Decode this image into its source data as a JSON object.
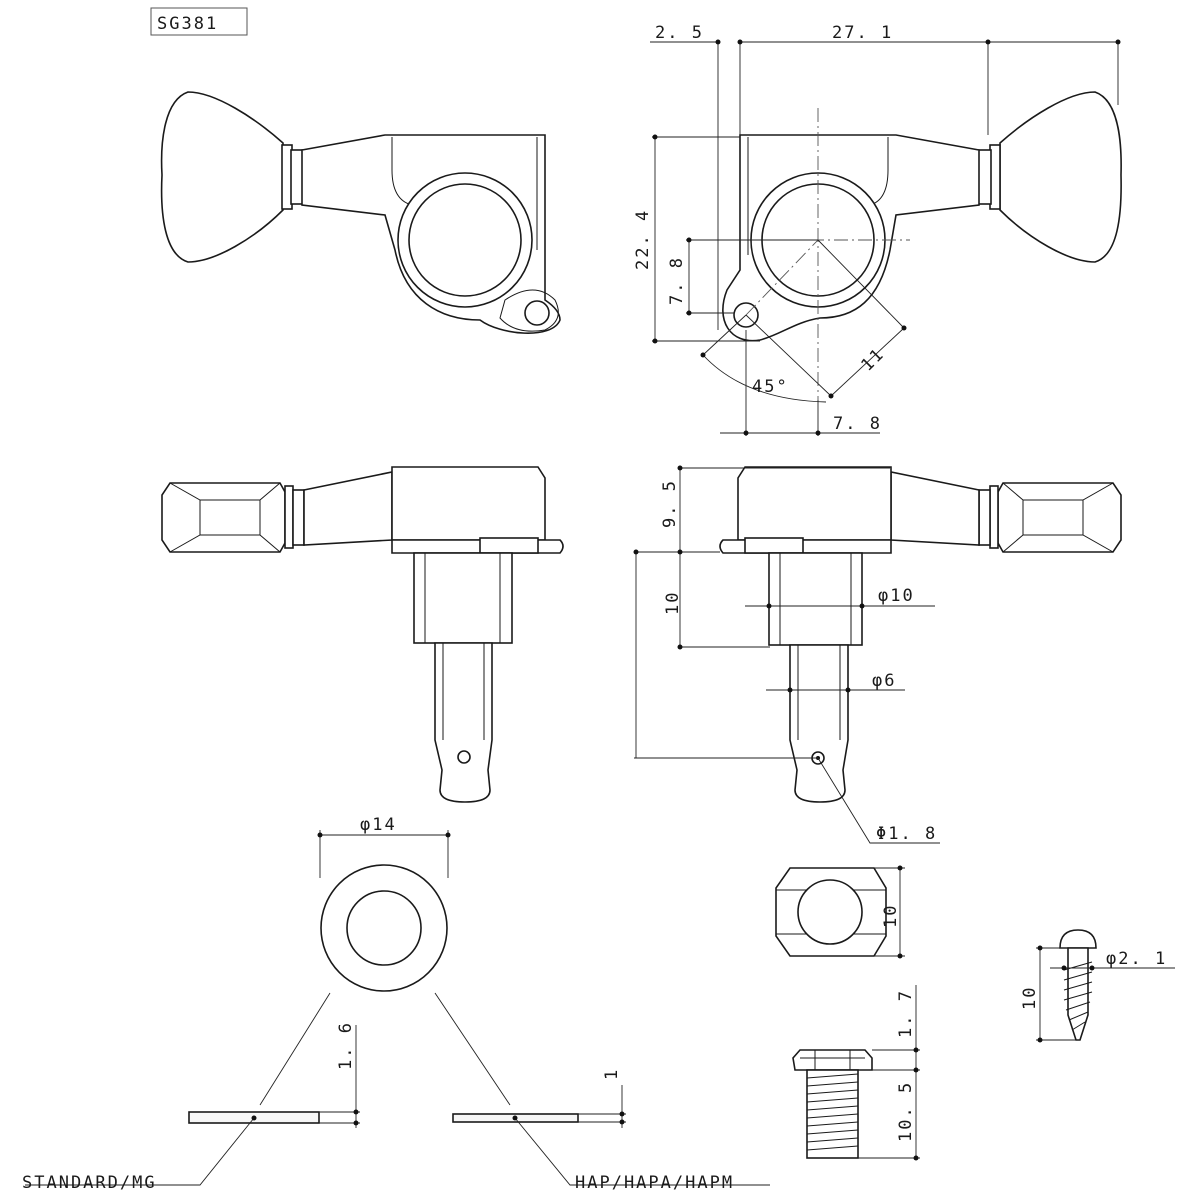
{
  "model": "SG381",
  "dimensions": {
    "offset_top": "2. 5",
    "width_top": "27. 1",
    "height_body": "22. 4",
    "post_height": "7. 8",
    "hole_distance": "11",
    "angle": "45°",
    "post_offset": "7. 8",
    "bushing_height": "9. 5",
    "shaft_length": "10",
    "shaft_diameter": "φ10",
    "post_diameter": "φ6",
    "hole_diameter": "Φ1. 8",
    "washer_diameter": "φ14",
    "nut_size": "10",
    "screw_diameter": "φ2. 1",
    "screw_length": "10",
    "washer_standard_thickness": "1. 6",
    "washer_hap_thickness": "1",
    "nut_top_height": "1. 7",
    "nut_thread_height": "10. 5"
  },
  "labels": {
    "washer_standard": "STANDARD/MG",
    "washer_hap": "HAP/HAPA/HAPM"
  }
}
